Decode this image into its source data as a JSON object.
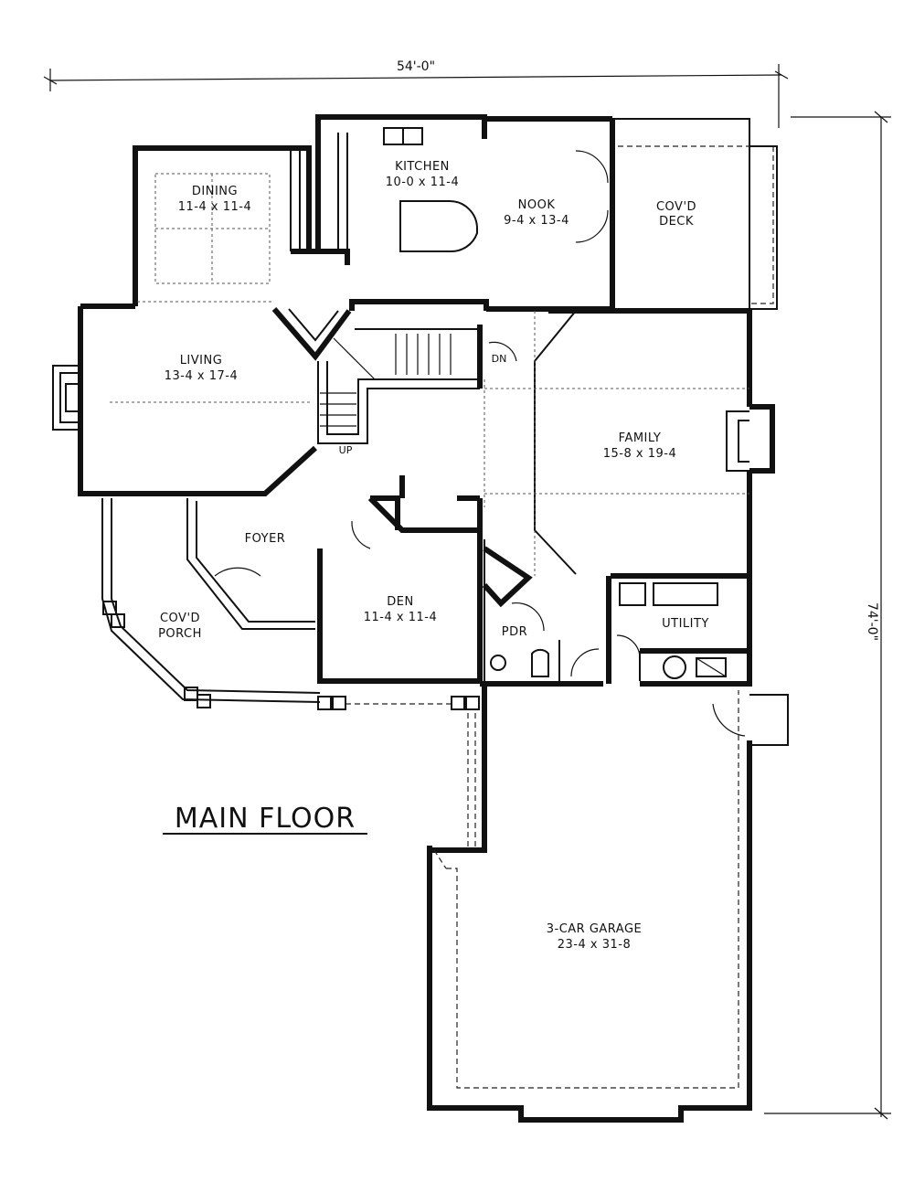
{
  "plan": {
    "title": "MAIN FLOOR",
    "dim_width": "54'-0\"",
    "dim_depth": "74'-0\"",
    "stair_up": "UP",
    "stair_down": "DN",
    "rooms": {
      "dining": {
        "name": "DINING",
        "size": "11-4 x 11-4"
      },
      "kitchen": {
        "name": "KITCHEN",
        "size": "10-0 x 11-4"
      },
      "nook": {
        "name": "NOOK",
        "size": "9-4 x 13-4"
      },
      "deck": {
        "name1": "COV'D",
        "name2": "DECK"
      },
      "living": {
        "name": "LIVING",
        "size": "13-4 x 17-4"
      },
      "family": {
        "name": "FAMILY",
        "size": "15-8 x 19-4"
      },
      "foyer": {
        "name": "FOYER"
      },
      "den": {
        "name": "DEN",
        "size": "11-4 x 11-4"
      },
      "porch": {
        "name1": "COV'D",
        "name2": "PORCH"
      },
      "pdr": {
        "name": "PDR"
      },
      "utility": {
        "name": "UTILITY"
      },
      "garage": {
        "name": "3-CAR GARAGE",
        "size": "23-4 x 31-8"
      }
    }
  }
}
